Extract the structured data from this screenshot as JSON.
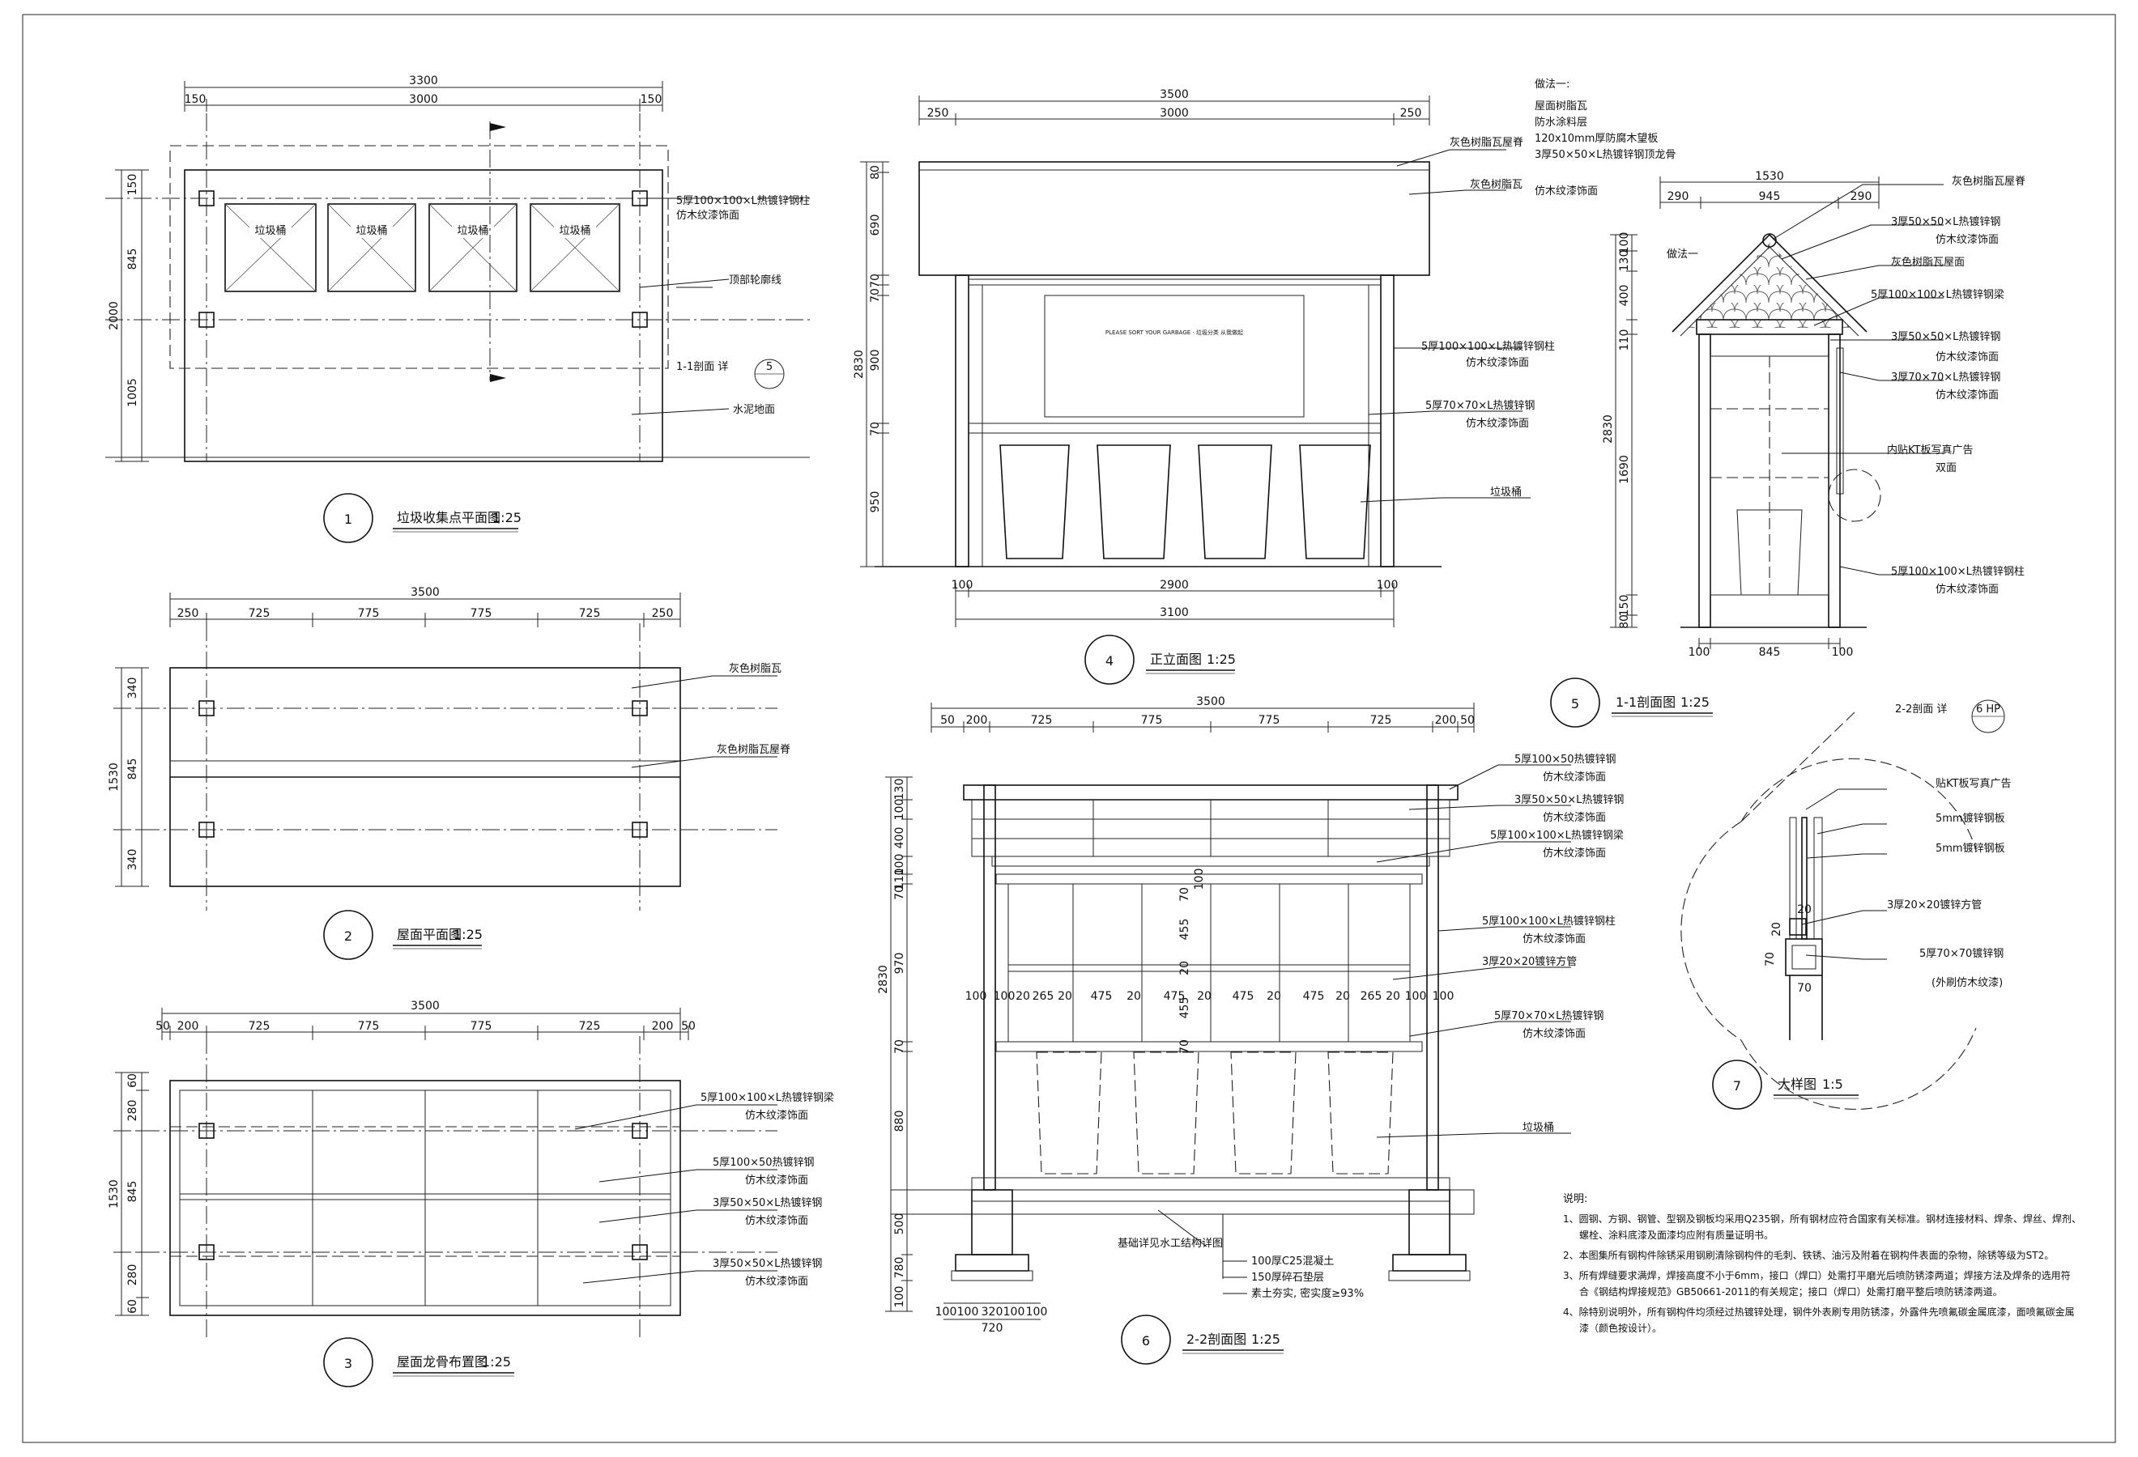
{
  "drawings": {
    "plan": {
      "title": "垃圾收集点平面图",
      "scale": "1:25",
      "number": "1",
      "dims_top_total": "3300",
      "dims_top": [
        "150",
        "3000",
        "150"
      ],
      "dims_left_total": "2000",
      "dims_left": [
        "150",
        "845",
        "1005"
      ],
      "bin_label": "垃圾桶",
      "notes": [
        "5厚100×100×L热镀锌钢柱",
        "仿木纹漆饰面",
        "顶部轮廓线",
        "水泥地面"
      ],
      "section_mark": "1-1剖面 详",
      "section_ref": "5"
    },
    "roof": {
      "title": "屋面平面图",
      "scale": "1:25",
      "number": "2",
      "dims_top_total": "3500",
      "dims_top": [
        "250",
        "725",
        "775",
        "775",
        "725",
        "250"
      ],
      "dims_left_total": "1530",
      "dims_left": [
        "340",
        "845",
        "340"
      ],
      "notes": [
        "灰色树脂瓦",
        "灰色树脂瓦屋脊"
      ]
    },
    "frame": {
      "title": "屋面龙骨布置图",
      "scale": "1:25",
      "number": "3",
      "dims_top_total": "3500",
      "dims_top": [
        "50",
        "200",
        "725",
        "775",
        "775",
        "725",
        "200",
        "50"
      ],
      "dims_left_total": "1530",
      "dims_left": [
        "60",
        "280",
        "845",
        "280",
        "60"
      ],
      "notes": [
        "5厚100×100×L热镀锌钢梁",
        "仿木纹漆饰面",
        "5厚100×50热镀锌钢",
        "仿木纹漆饰面",
        "3厚50×50×L热镀锌钢",
        "仿木纹漆饰面",
        "3厚50×50×L热镀锌钢",
        "仿木纹漆饰面"
      ]
    },
    "front": {
      "title": "正立面图",
      "scale": "1:25",
      "number": "4",
      "dims_top_total": "3500",
      "dims_top": [
        "250",
        "3000",
        "250"
      ],
      "dims_left_total": "2830",
      "dims_left": [
        "80",
        "690",
        "70",
        "70",
        "900",
        "70",
        "950"
      ],
      "dims_bottom": [
        "100",
        "2900",
        "100"
      ],
      "dims_bottom_total": "3100",
      "notes": [
        "灰色树脂瓦屋脊",
        "灰色树脂瓦",
        "5厚100×100×L热镀锌钢柱",
        "仿木纹漆饰面",
        "5厚70×70×L热镀锌钢",
        "仿木纹漆饰面",
        "垃圾桶"
      ],
      "sign_text": "PLEASE SORT YOUR GARBAGE · 垃圾分类 从我做起"
    },
    "section11": {
      "title": "1-1剖面图",
      "scale": "1:25",
      "number": "5",
      "method_title": "做法一:",
      "method": [
        "屋面树脂瓦",
        "防水涂料层",
        "120x10mm厚防腐木望板",
        "3厚50×50×L热镀锌钢顶龙骨",
        "仿木纹漆饰面"
      ],
      "dims_top_total": "1530",
      "dims_top": [
        "290",
        "945",
        "290"
      ],
      "dims_left_total": "2830",
      "dims_left": [
        "100",
        "130",
        "400",
        "110",
        "1690",
        "150",
        "80"
      ],
      "dims_bottom": [
        "100",
        "845",
        "100"
      ],
      "method_tag": "做法一",
      "notes": [
        "灰色树脂瓦屋脊",
        "3厚50×50×L热镀锌钢",
        "仿木纹漆饰面",
        "灰色树脂瓦屋面",
        "5厚100×100×L热镀锌钢梁",
        "3厚50×50×L热镀锌钢",
        "仿木纹漆饰面",
        "3厚70×70×L热镀锌钢",
        "仿木纹漆饰面",
        "内贴KT板写真广告",
        "双面",
        "5厚100×100×L热镀锌钢柱",
        "仿木纹漆饰面"
      ]
    },
    "section22": {
      "title": "2-2剖面图",
      "scale": "1:25",
      "number": "6",
      "dims_top_total": "3500",
      "dims_top": [
        "50",
        "200",
        "725",
        "775",
        "775",
        "725",
        "200",
        "50"
      ],
      "dims_left_total": "2830",
      "dims_left": [
        "130",
        "100",
        "400",
        "100",
        "110",
        "70",
        "970",
        "70",
        "880",
        "500",
        "780",
        "100"
      ],
      "glass_dims": [
        "100",
        "100",
        "20",
        "265",
        "20",
        "475",
        "20",
        "475",
        "20",
        "475",
        "20",
        "475",
        "20",
        "265",
        "20",
        "100",
        "100"
      ],
      "glass_vert": [
        "70",
        "455",
        "20",
        "455",
        "70",
        "100"
      ],
      "footing_dims": [
        "100",
        "100",
        "320",
        "100",
        "100"
      ],
      "footing_total": "720",
      "notes": [
        "5厚100×50热镀锌钢",
        "仿木纹漆饰面",
        "3厚50×50×L热镀锌钢",
        "仿木纹漆饰面",
        "5厚100×100×L热镀锌钢梁",
        "仿木纹漆饰面",
        "5厚100×100×L热镀锌钢柱",
        "仿木纹漆饰面",
        "3厚20×20镀锌方管",
        "5厚70×70×L热镀锌钢",
        "仿木纹漆饰面",
        "垃圾桶"
      ],
      "base_notes": [
        "基础详见水工结构详图",
        "100厚C25混凝土",
        "150厚碎石垫层",
        "素土夯实, 密实度≥93%"
      ],
      "section_mark": "2-2剖面 详",
      "section_ref": "6 HP"
    },
    "detail": {
      "title": "大样图",
      "scale": "1:5",
      "number": "7",
      "notes": [
        "贴KT板写真广告",
        "5mm镀锌钢板",
        "5mm镀锌钢板",
        "3厚20×20镀锌方管",
        "5厚70×70镀锌钢",
        "(外刷仿木纹漆)"
      ],
      "dims": [
        "20",
        "20",
        "70",
        "70"
      ]
    }
  },
  "spec_notes": {
    "title": "说明:",
    "items": [
      "1、圆钢、方钢、钢管、型钢及钢板均采用Q235钢，所有钢材应符合国家有关标准。钢材连接材料、焊条、焊丝、焊剂、",
      "螺栓、涂料底漆及面漆均应附有质量证明书。",
      "2、本图集所有钢构件除锈采用钢刷清除钢构件的毛刺、铁锈、油污及附着在钢构件表面的杂物，除锈等级为ST2。",
      "3、所有焊缝要求满焊，焊接高度不小于6mm，接口（焊口）处需打平磨光后喷防锈漆两道；焊接方法及焊条的选用符",
      "合《钢结构焊接规范》GB50661-2011的有关规定；接口（焊口）处需打磨平整后喷防锈漆两道。",
      "4、除特别说明外，所有钢构件均须经过热镀锌处理，钢件外表刷专用防锈漆，外露件先喷氟碳金属底漆，面喷氟碳金属",
      "漆（颜色按设计）。"
    ]
  },
  "colors": {
    "ink": "#111111",
    "paper": "#ffffff"
  }
}
